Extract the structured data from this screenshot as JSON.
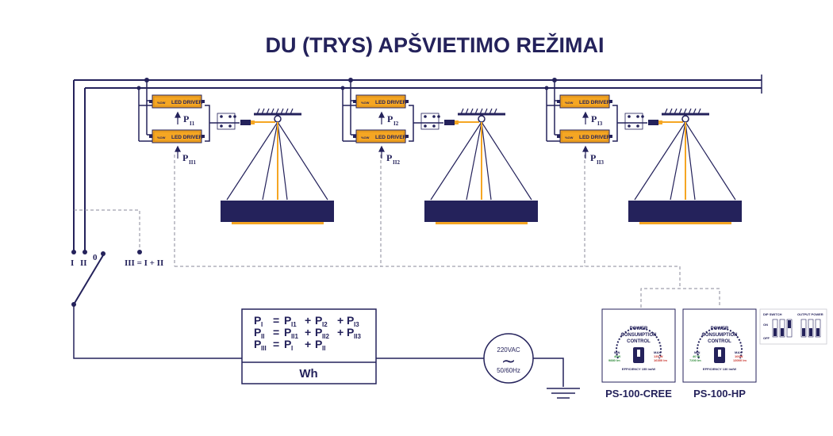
{
  "title": "DU (TRYS) APŠVIETIMO REŽIMAI",
  "driver_label": "LED DRIVER",
  "driver_watt": "%OW",
  "groups": [
    {
      "upper_p": "P",
      "upper_sub": "I1",
      "lower_p": "P",
      "lower_sub": "II1"
    },
    {
      "upper_p": "P",
      "upper_sub": "I2",
      "lower_p": "P",
      "lower_sub": "II2"
    },
    {
      "upper_p": "P",
      "upper_sub": "I3",
      "lower_p": "P",
      "lower_sub": "II3"
    }
  ],
  "switch": {
    "pos_i": "I",
    "pos_ii": "II",
    "pos_zero": "0",
    "pos_iii": "III = I + II"
  },
  "meter": {
    "rows": [
      {
        "lhs": "P",
        "lhs_sub": "I",
        "t1": "P",
        "s1": "I1",
        "t2": "P",
        "s2": "I2",
        "t3": "P",
        "s3": "I3"
      },
      {
        "lhs": "P",
        "lhs_sub": "II",
        "t1": "P",
        "s1": "II1",
        "t2": "P",
        "s2": "II2",
        "t3": "P",
        "s3": "II3"
      },
      {
        "lhs": "P",
        "lhs_sub": "III",
        "t1": "P",
        "s1": "I",
        "t2": "P",
        "s2": "II"
      }
    ],
    "label": "Wh"
  },
  "source": {
    "voltage": "220VAC",
    "symbol": "~",
    "freq": "50/60Hz"
  },
  "controls": [
    {
      "model": "PS-100-CREE",
      "line1": "POWER",
      "line2": "CONSUMPTION",
      "line3": "CONTROL",
      "min_w": "40W",
      "min_lm": "9880 lm",
      "max_w": "135 W",
      "max_lm": "16350 lm",
      "eff": "EFFICIENCY 155 lm/W"
    },
    {
      "model": "PS-100-HP",
      "line1": "POWER",
      "line2": "CONSUMPTION",
      "line3": "CONTROL",
      "min_w": "40 W",
      "min_lm": "7200 lm",
      "max_w": "100W",
      "max_lm": "13000 lm",
      "eff": "EFFICIENCY 130 lm/W"
    }
  ],
  "dip": {
    "title": "DIP SWITCH",
    "output": "OUTPUT POWER",
    "on": "ON",
    "off": "OFF"
  },
  "colors": {
    "navy": "#24225b",
    "orange": "#f5a623",
    "gray": "#8a8a99",
    "green": "#2e8b3a",
    "red": "#c8322a"
  }
}
